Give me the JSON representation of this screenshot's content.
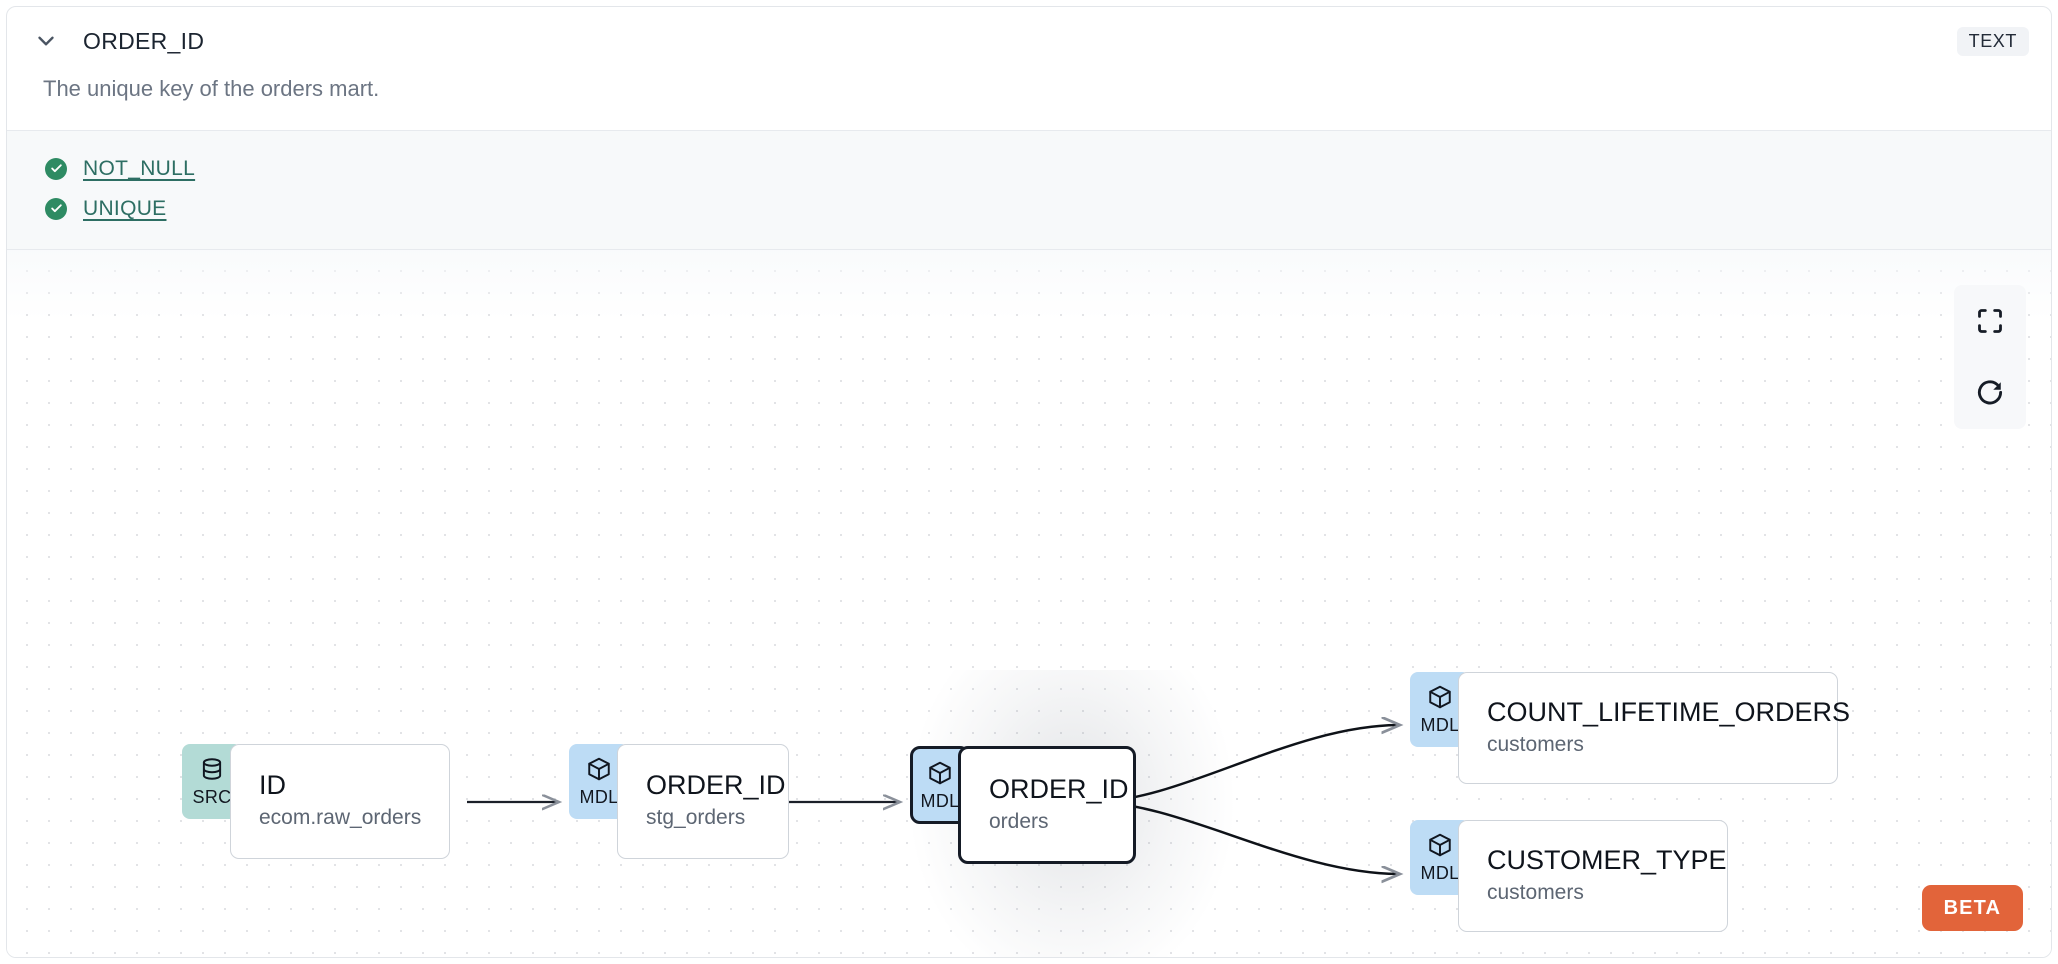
{
  "header": {
    "chevron_icon": "chevron-down-icon",
    "column_name": "ORDER_ID",
    "data_type": "TEXT"
  },
  "description": "The unique key of the orders mart.",
  "tests": {
    "items": [
      {
        "status_icon": "check-circle-icon",
        "label": "NOT_NULL",
        "status": "pass"
      },
      {
        "status_icon": "check-circle-icon",
        "label": "UNIQUE",
        "status": "pass"
      }
    ]
  },
  "lineage": {
    "nodes": [
      {
        "id": "src",
        "badge": "SRC",
        "badge_icon": "database-icon",
        "name": "ID",
        "parent": "ecom.raw_orders",
        "selected": false
      },
      {
        "id": "stg",
        "badge": "MDL",
        "badge_icon": "cube-icon",
        "name": "ORDER_ID",
        "parent": "stg_orders",
        "selected": false
      },
      {
        "id": "orders",
        "badge": "MDL",
        "badge_icon": "cube-icon",
        "name": "ORDER_ID",
        "parent": "orders",
        "selected": true
      },
      {
        "id": "count",
        "badge": "MDL",
        "badge_icon": "cube-icon",
        "name": "COUNT_LIFETIME_ORDERS",
        "parent": "customers",
        "selected": false
      },
      {
        "id": "ctype",
        "badge": "MDL",
        "badge_icon": "cube-icon",
        "name": "CUSTOMER_TYPE",
        "parent": "customers",
        "selected": false
      }
    ],
    "edges": [
      {
        "from": "src",
        "to": "stg"
      },
      {
        "from": "stg",
        "to": "orders"
      },
      {
        "from": "orders",
        "to": "count"
      },
      {
        "from": "orders",
        "to": "ctype"
      }
    ],
    "controls": [
      {
        "id": "fit-view",
        "icon": "fullscreen-icon"
      },
      {
        "id": "reset",
        "icon": "refresh-icon"
      }
    ],
    "beta_label": "BETA"
  },
  "colors": {
    "src_badge": "#b3dbd6",
    "mdl_badge": "#bddcf5",
    "beta": "#e2643a",
    "test_pass": "#2e8b63",
    "test_link": "#2d6e63"
  }
}
